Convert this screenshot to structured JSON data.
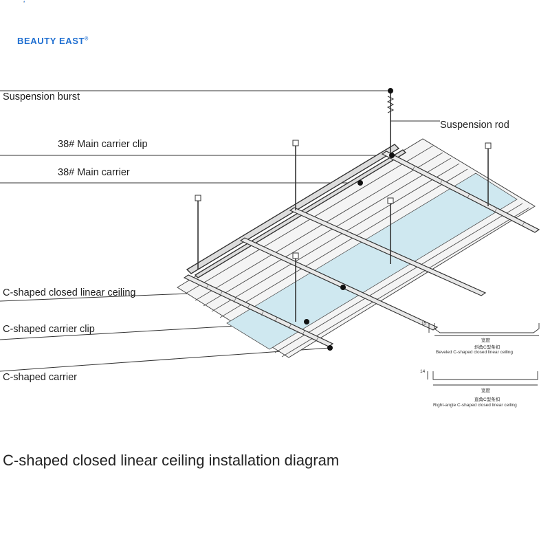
{
  "brand": {
    "name": "BEAUTY EAST",
    "mark": "®",
    "colors": {
      "primary": "#1f6fd1",
      "accent": "#e0791f"
    }
  },
  "labels": {
    "suspension_burst": "Suspension burst",
    "suspension_rod": "Suspension rod",
    "main_carrier_clip": "38# Main carrier clip",
    "main_carrier": "38# Main carrier",
    "c_shaped_closed_linear_ceiling": "C-shaped closed linear ceiling",
    "c_shaped_carrier_clip": "C-shaped carrier clip",
    "c_shaped_carrier": "C-shaped carrier"
  },
  "profiles": [
    {
      "dimension": "15",
      "width_label": "宽度",
      "cn_name": "斜角C型条扣",
      "en_name": "Beveled C-shaped closed linear ceiling"
    },
    {
      "dimension": "14",
      "width_label": "宽度",
      "cn_name": "直角C型条扣",
      "en_name": "Right-angle C-shaped closed linear ceiling"
    }
  ],
  "caption": "C-shaped closed linear ceiling installation diagram",
  "colors": {
    "glass_panel": "#cfe8f0",
    "line": "#333333"
  }
}
